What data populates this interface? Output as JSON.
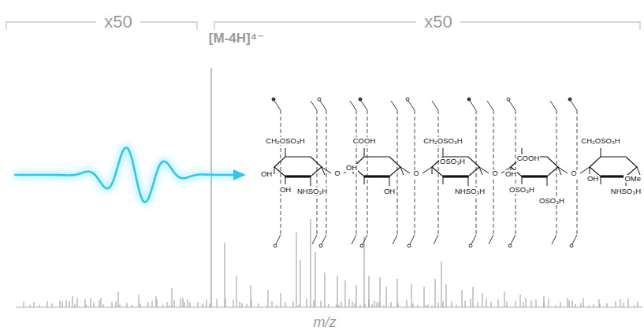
{
  "diagram": {
    "labels": [
      "x50",
      "x50",
      "[M-4H]⁴⁻",
      "m/z",
      "CH₂OSO₃H",
      "OH",
      "OH",
      "NHSO₃H",
      "COOH",
      "OH",
      "OH",
      "CH₂OSO₃H",
      "OSO₃H",
      "NHSO₃H",
      "COOH",
      "OH",
      "OSO₃H",
      "OSO₃H",
      "CH₂OSO₃H",
      "OH",
      "OMe",
      "NHSO₃H",
      "O",
      "O",
      "O",
      "O"
    ]
  }
}
